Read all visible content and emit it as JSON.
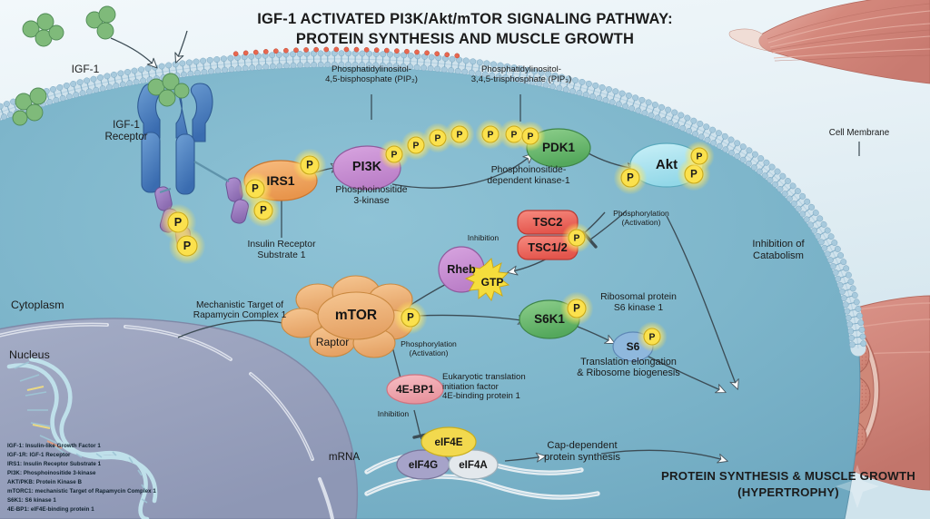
{
  "title": {
    "line1": "IGF-1 ACTIVATED PI3K/Akt/mTOR SIGNALING PATHWAY:",
    "line2": "PROTEIN SYNTHESIS AND MUSCLE GROWTH"
  },
  "outcome": {
    "line1": "PROTEIN SYNTHESIS & MUSCLE GROWTH",
    "line2": "(HYPERTROPHY)"
  },
  "compartments": {
    "cytoplasm": "Cytoplasm",
    "nucleus": "Nucleus",
    "cell_membrane": "Cell Membrane"
  },
  "molecules": {
    "igf1": "IGF-1",
    "igf1_receptor": "IGF-1\nReceptor",
    "irs1": "IRS1",
    "pi3k": "PI3K",
    "pdk1": "PDK1",
    "akt": "Akt",
    "tsc2": "TSC2",
    "tsc12": "TSC1/2",
    "rheb": "Rheb",
    "gtp": "GTP",
    "mtor": "mTOR",
    "raptor": "Raptor",
    "s6k1": "S6K1",
    "s6": "S6",
    "bp1": "4E-BP1",
    "eif4e": "eIF4E",
    "eif4g": "eIF4G",
    "eif4a": "eIF4A",
    "mrna": "mRNA",
    "phospho": "P"
  },
  "annotations": {
    "pip2": "Phosphatidylinositol-\n4,5-bisphosphate (PIP₂)",
    "pip3": "Phosphatidylinositol-\n3,4,5-trisphosphate (PIP₃)",
    "irs1_full": "Insulin Receptor\nSubstrate 1",
    "pi3k_full": "Phosphoinositide\n3-kinase",
    "pdk1_full": "Phosphoinositide-\ndependent kinase-1",
    "phosphorylation_akt": "Phosphorylation\n(Activation)",
    "phosphorylation_mtor": "Phosphorylation\n(Activation)",
    "inhibition_rheb": "Inhibition",
    "inhibition_eif4e": "Inhibition",
    "inhibition_catabolism": "Inhibition of\nCatabolism",
    "mtorc1_full": "Mechanistic Target of\nRapamycin Complex 1",
    "s6k1_full": "Ribosomal protein\nS6 kinase 1",
    "translation": "Translation elongation\n& Ribosome biogenesis",
    "bp1_full": "Eukaryotic translation\ninitiation factor\n4E-binding protein 1",
    "cap_dependent": "Cap-dependent\nprotein synthesis"
  },
  "legend": [
    "IGF-1: Insulin-like Growth Factor 1",
    "IGF-1R: IGF-1 Receptor",
    "IRS1: Insulin Receptor Substrate 1",
    "PI3K: Phosphoinositide 3-kinase",
    "AKT/PKB: Protein Kinase B",
    "mTORC1: mechanistic Target of Rapamycin Complex 1",
    "S6K1: S6 kinase 1",
    "4E-BP1: eIF4E-binding protein 1"
  ],
  "colors": {
    "background_top": "#eef6fa",
    "cell_fill": "#7fb6cc",
    "nucleus_fill": "#9aa2bd",
    "membrane": "#bcd6e4",
    "igf1_green": "#7fba7a",
    "receptor_blue": "#4a7fc1",
    "receptor_purple": "#9b7fc0",
    "irs1_orange": "#f3a35c",
    "pi3k_purple": "#c78fd0",
    "pdk1_green": "#6fba74",
    "akt_cyan": "#a9e3ef",
    "tsc_red": "#ef6a62",
    "rheb_purple": "#b784cf",
    "gtp_yellow": "#f5dd3c",
    "mtor_orange": "#f0b173",
    "s6k1_green": "#5fb06a",
    "s6_blue": "#8fb8dd",
    "bp1_pink": "#f0a8b0",
    "eif4e_yellow": "#f2d94e",
    "eif4g_purple": "#a6a3c9",
    "eif4a_gray": "#dfe4e8",
    "phos_yellow": "#fbe14d",
    "muscle_pink": "#d98f85",
    "text_dark": "#1b1b1b"
  }
}
